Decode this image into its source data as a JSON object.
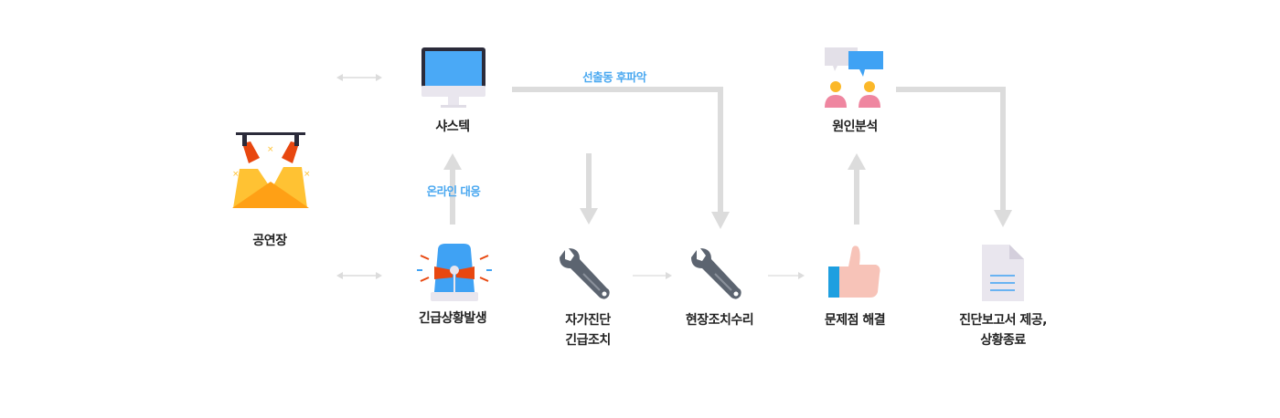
{
  "nodes": {
    "venue": {
      "label": "공연장",
      "icon": "stage-light-icon"
    },
    "system": {
      "label": "샤스텍",
      "icon": "monitor-icon"
    },
    "emergency": {
      "label": "긴급상황발생",
      "icon": "siren-icon"
    },
    "self_diag": {
      "line1": "자가진단",
      "line2": "긴급조치",
      "icon": "wrench-icon"
    },
    "onsite": {
      "label": "현장조치수리",
      "icon": "wrench-icon"
    },
    "resolved": {
      "label": "문제점 해결",
      "icon": "thumbs-up-icon"
    },
    "analysis": {
      "label": "원인분석",
      "icon": "discussion-icon"
    },
    "report": {
      "line1": "진단보고서 제공,",
      "line2": "상황종료",
      "icon": "document-icon"
    }
  },
  "edges": {
    "online": "온라인 대응",
    "dispatch": "선출동 후파악"
  },
  "colors": {
    "arrow": "#dddddd",
    "accent": "#4aa8f0",
    "text": "#222222"
  }
}
